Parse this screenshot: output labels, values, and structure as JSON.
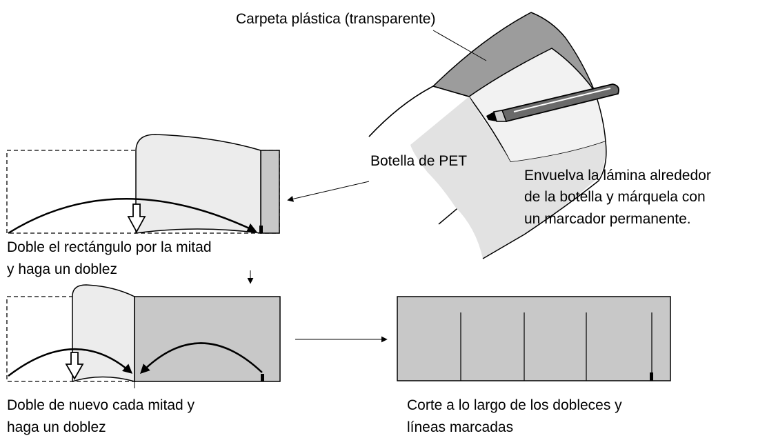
{
  "labels": {
    "folder": "Carpeta plástica (transparente)",
    "bottle": "Botella de PET",
    "wrap": [
      "Envuelva la lámina alrededor",
      "de la botella y márquela con",
      "un marcador permanente."
    ],
    "fold_half": [
      "Doble el rectángulo por la mitad",
      "y haga un doblez"
    ],
    "fold_again": [
      "Doble de nuevo cada mitad y",
      "haga un doblez"
    ],
    "cut": [
      "Corte a lo largo de los dobleces y",
      "líneas marcadas"
    ]
  },
  "colors": {
    "sheet_dark": "#c8c8c8",
    "sheet_light": "#ececec",
    "bottle_fill": "#e2e2e2",
    "marker_body": "#6a6a6a",
    "stroke": "#000000"
  },
  "icons": [
    "pen-marker-icon",
    "hollow-down-arrow-icon",
    "curved-fold-arrow-icon"
  ]
}
